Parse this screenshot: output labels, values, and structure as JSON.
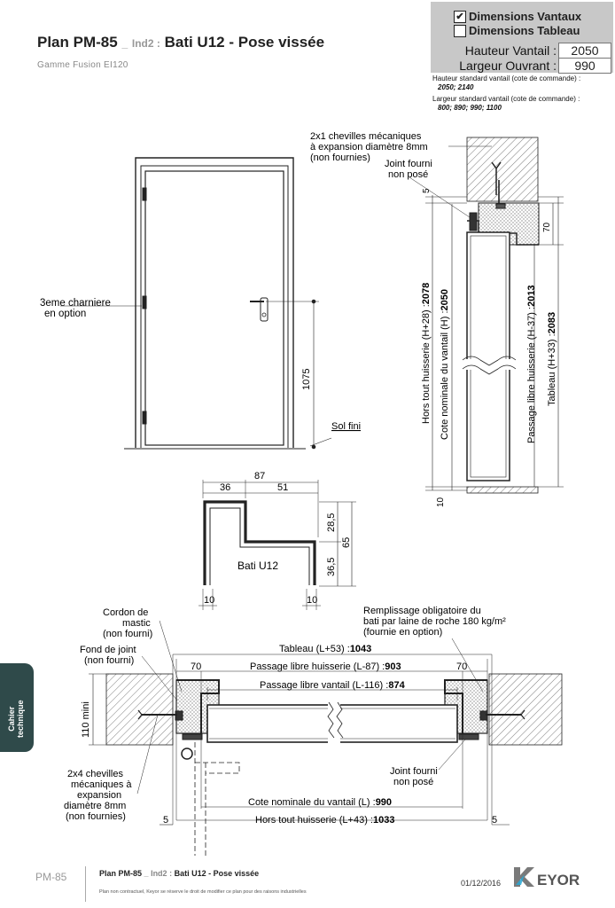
{
  "header": {
    "title_main": "Plan PM-85",
    "title_sep": "_",
    "title_ind": "Ind2 :",
    "title_rest": "Bati U12 - Pose vissée",
    "subtitle": "Gamme Fusion EI120"
  },
  "dimensions": {
    "opt_vantaux": "Dimensions Vantaux",
    "opt_vantaux_checked": "✔",
    "opt_tableau": "Dimensions Tableau",
    "hauteur_label": "Hauteur Vantail :",
    "hauteur_value": "2050",
    "largeur_label": "Largeur Ouvrant :",
    "largeur_value": "990",
    "std_h_label": "Hauteur standard vantail (cote de commande) :",
    "std_h_values": "2050; 2140",
    "std_l_label": "Largeur standard vantail (cote de commande) :",
    "std_l_values": "800; 890; 990; 1100"
  },
  "elevation": {
    "charniere_1": "3eme charniere",
    "charniere_2": "en option",
    "dim_1075": "1075",
    "sol_fini": "Sol fini"
  },
  "vertical_section": {
    "chevilles_1": "2x1 chevilles mécaniques",
    "chevilles_2": "à expansion diamètre 8mm",
    "chevilles_3": "(non fournies)",
    "joint_1": "Joint fourni",
    "joint_2": "non posé",
    "dim_5": "5",
    "dim_70": "70",
    "dim_10": "10",
    "hors_tout_label": "Hors tout huisserie (H+28) :",
    "hors_tout_value": "2078",
    "cote_nominale_label": "Cote nominale du vantail (H) :",
    "cote_nominale_value": "2050",
    "passage_label": "Passage libre huisserie (H-37) :",
    "passage_value": "2013",
    "tableau_label": "Tableau (H+33) :",
    "tableau_value": "2083"
  },
  "profile": {
    "dim_87": "87",
    "dim_36": "36",
    "dim_51": "51",
    "dim_28_5": "28,5",
    "dim_36_5": "36,5",
    "dim_65": "65",
    "dim_10_a": "10",
    "dim_10_b": "10",
    "name": "Bati U12"
  },
  "horizontal_section": {
    "cordon_1": "Cordon de",
    "cordon_2": "mastic",
    "cordon_3": "(non fourni)",
    "fond_1": "Fond de joint",
    "fond_2": "(non fourni)",
    "remplissage_1": "Remplissage obligatoire du",
    "remplissage_2": "bati par laine de roche 180 kg/m²",
    "remplissage_3": "(fournie en option)",
    "tableau_label": "Tableau (L+53) :",
    "tableau_value": "1043",
    "dim_70_left": "70",
    "dim_70_right": "70",
    "passage_h_label": "Passage libre huisserie (L-87) :",
    "passage_h_value": "903",
    "passage_v_label": "Passage libre vantail (L-116) :",
    "passage_v_value": "874",
    "dim_110": "110 mini",
    "chevilles_1": "2x4 chevilles",
    "chevilles_2": "mécaniques à",
    "chevilles_3": "expansion",
    "chevilles_4": "diamètre 8mm",
    "chevilles_5": "(non fournies)",
    "joint_1": "Joint fourni",
    "joint_2": "non posé",
    "cote_label": "Cote nominale du vantail (L) :",
    "cote_value": "990",
    "hors_label": "Hors tout huisserie (L+43) :",
    "hors_value": "1033",
    "dim_5_left": "5",
    "dim_5_right": "5"
  },
  "sidetab": {
    "line1": "Cahier",
    "line2": "technique"
  },
  "footer": {
    "code": "PM-85",
    "title_main": "Plan PM-85",
    "title_sep": "_",
    "title_ind": "Ind2 :",
    "title_rest": "Bati U12 - Pose vissée",
    "note": "Plan non contractuel, Keyor se réserve le droit de modifier ce plan pour des raisons industrielles",
    "date": "01/12/2016",
    "logo": "KEYOR"
  }
}
